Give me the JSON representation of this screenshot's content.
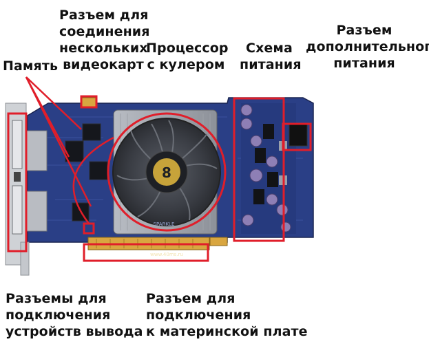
{
  "labels": {
    "sli": [
      "Разъем для",
      "соединения",
      "нескольких",
      "видеокарт"
    ],
    "memory": [
      "Память"
    ],
    "gpu": [
      "Процессор",
      "с кулером"
    ],
    "power_circuit": [
      "Схема",
      "питания"
    ],
    "aux_power": [
      "Разъем",
      "дополнительного",
      "питания"
    ],
    "outputs": [
      "Разъемы для",
      "подключения",
      "устройств вывода"
    ],
    "pcie": [
      "Разъем для",
      "подключения",
      "к материнской плате"
    ]
  },
  "board_print": {
    "brand": "SPARKLE",
    "url": "www.40ms.ru"
  },
  "colors": {
    "highlight": "#e01e2a",
    "pcb": "#2a3f86",
    "pcb_dark": "#1e2f66",
    "gold": "#d9a640",
    "bracket": "#cfd2d6",
    "text": "#111111"
  }
}
